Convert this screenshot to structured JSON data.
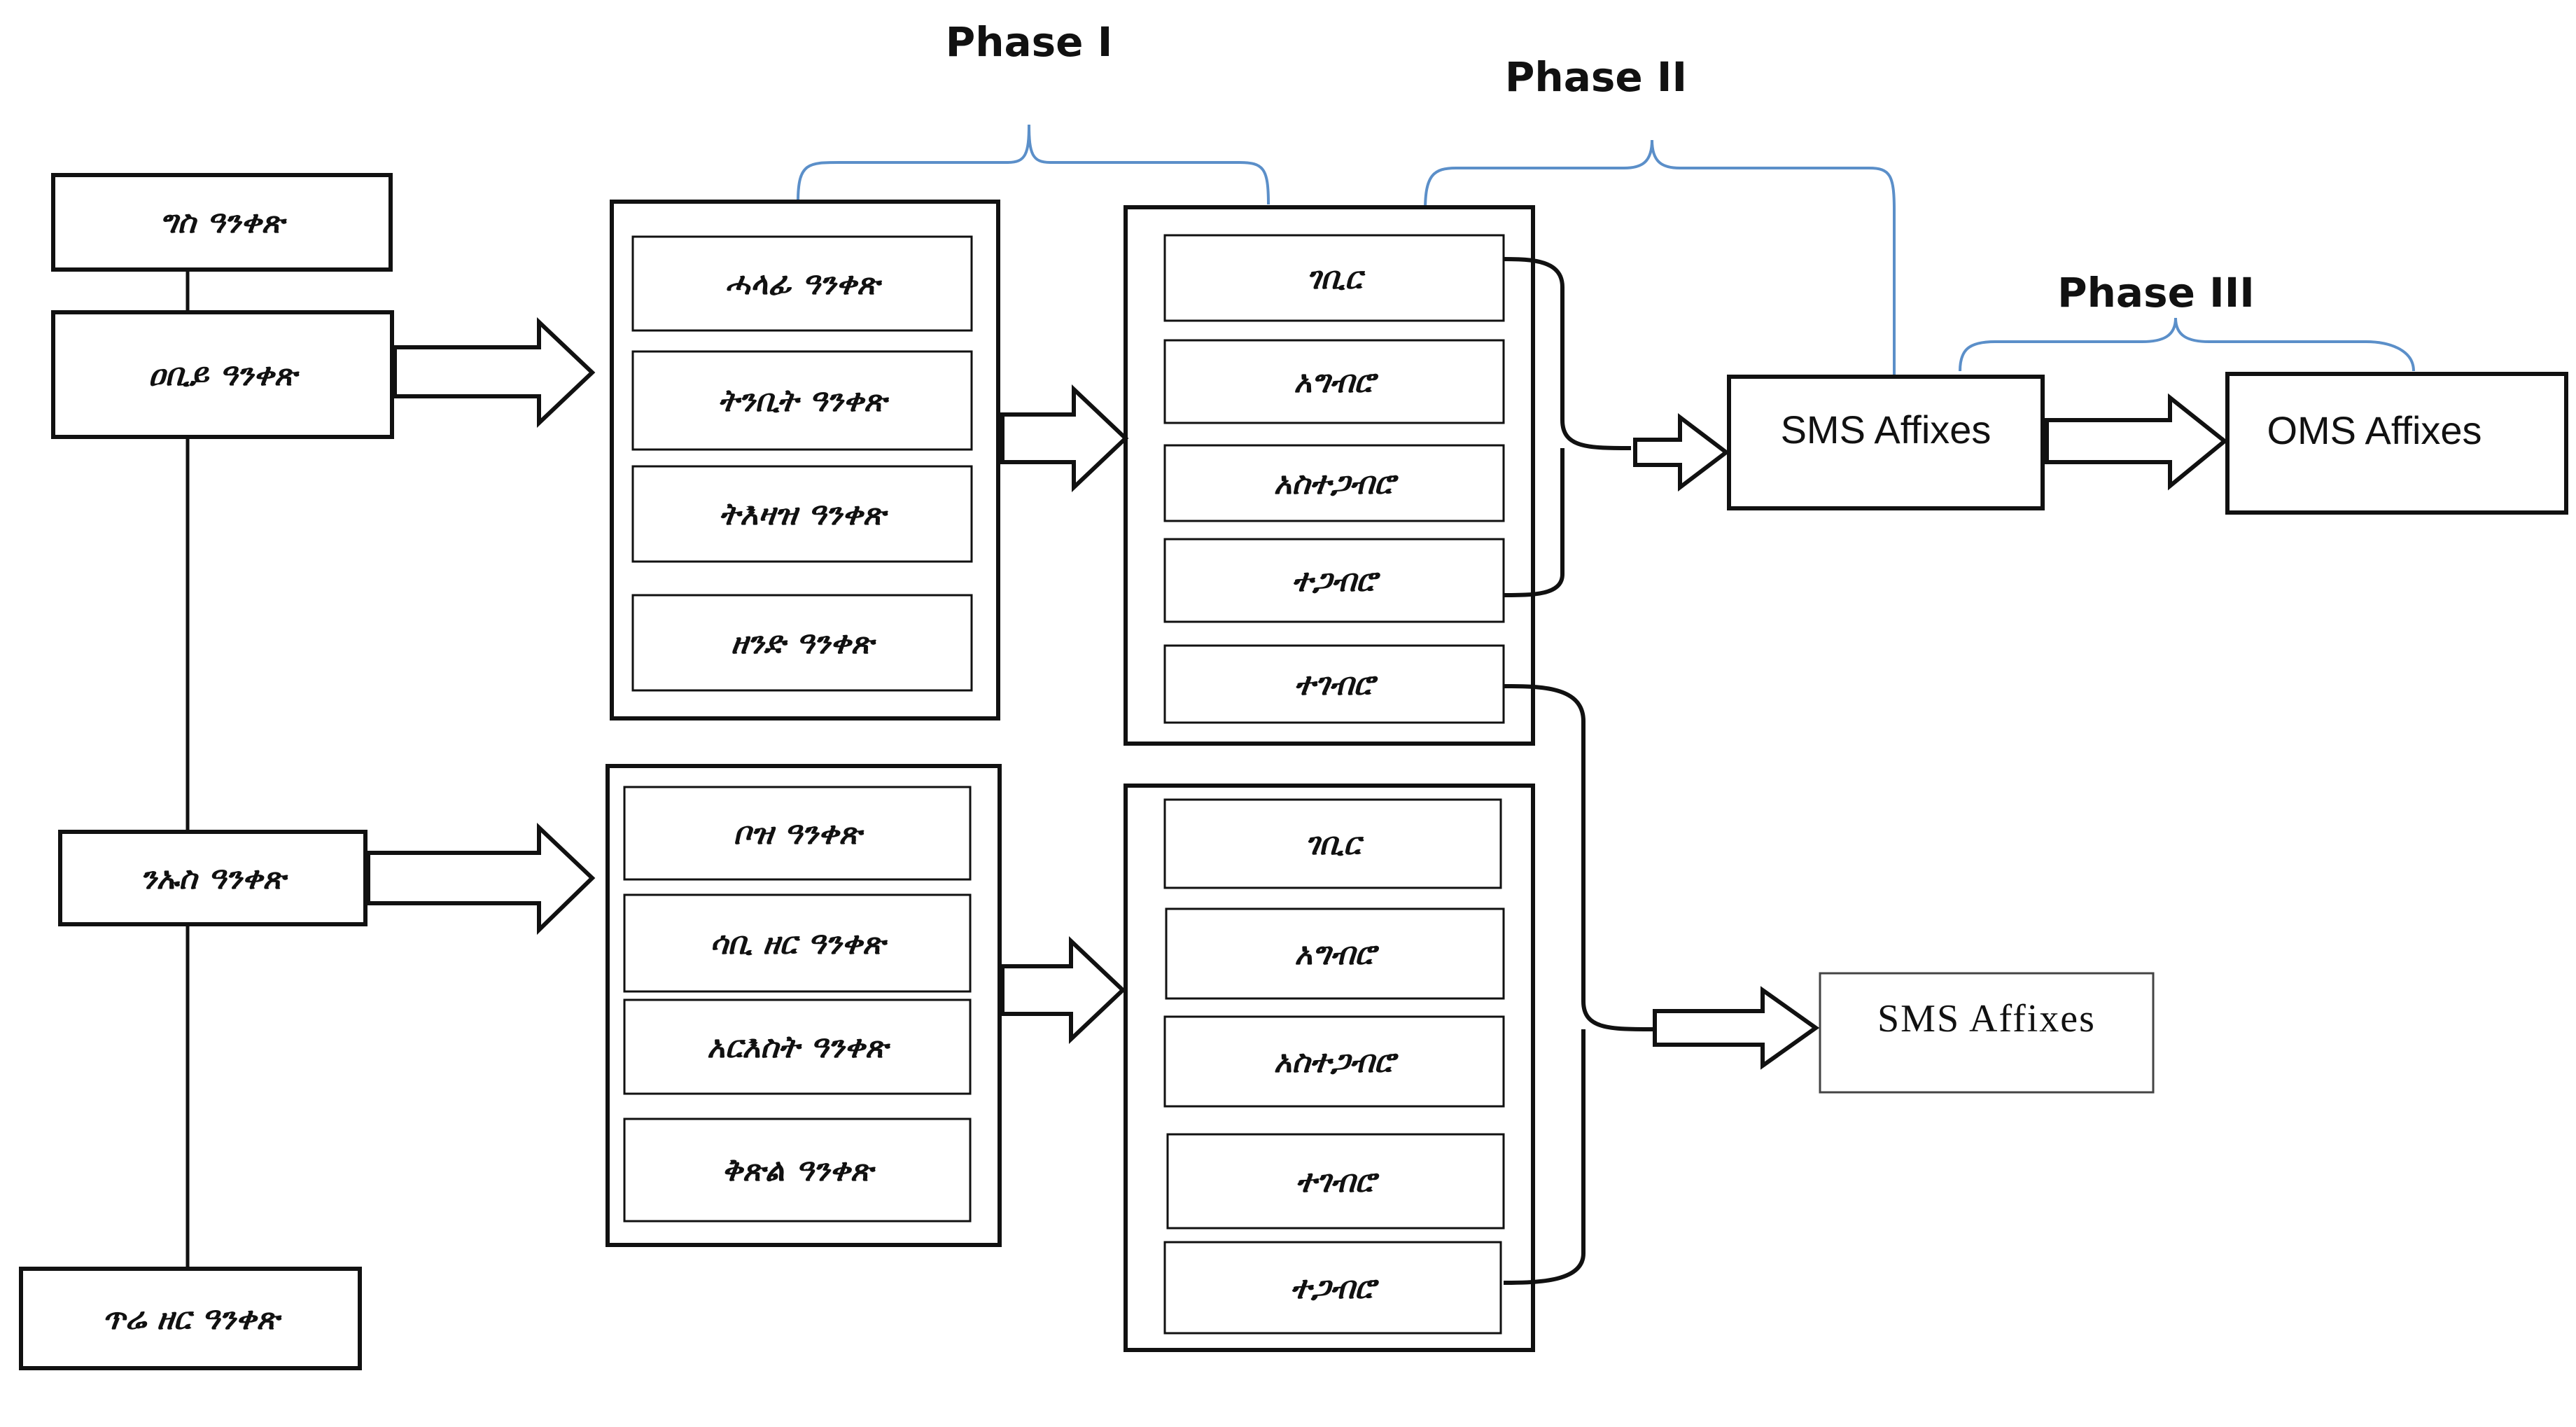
{
  "phases": {
    "phase1": "Phase I",
    "phase2": "Phase II",
    "phase3": "Phase III"
  },
  "left_column": {
    "top": "ግስ ዓንቀጽ",
    "mid1": "ዐቢይ ዓንቀጽ",
    "mid2": "ንኡስ ዓንቀጽ",
    "bottom": "ጥሬ ዘር ዓንቀጽ"
  },
  "group_a": [
    "ሓላፊ ዓንቀጽ",
    "ትንቢት ዓንቀጽ",
    "ትእዛዝ ዓንቀጽ",
    "ዘንድ ዓንቀጽ"
  ],
  "group_b": [
    "ቦዝ ዓንቀጽ",
    "ሳቢ ዘር ዓንቀጽ",
    "አርእስት ዓንቀጽ",
    "ቅጽል ዓንቀጽ"
  ],
  "stems_a": [
    "ገቢር",
    "አግብሮ",
    "አስተጋብሮ",
    "ተጋብሮ",
    "ተገብሮ"
  ],
  "stems_b": [
    "ገቢር",
    "አግብሮ",
    "አስተጋብሮ",
    "ተገብሮ",
    "ተጋብሮ"
  ],
  "affixes": {
    "sms_top": "SMS Affixes",
    "oms": "OMS Affixes",
    "sms_bottom": "SMS Affixes"
  },
  "colors": {
    "line": "#111111",
    "brace": "#5b8fc9"
  }
}
